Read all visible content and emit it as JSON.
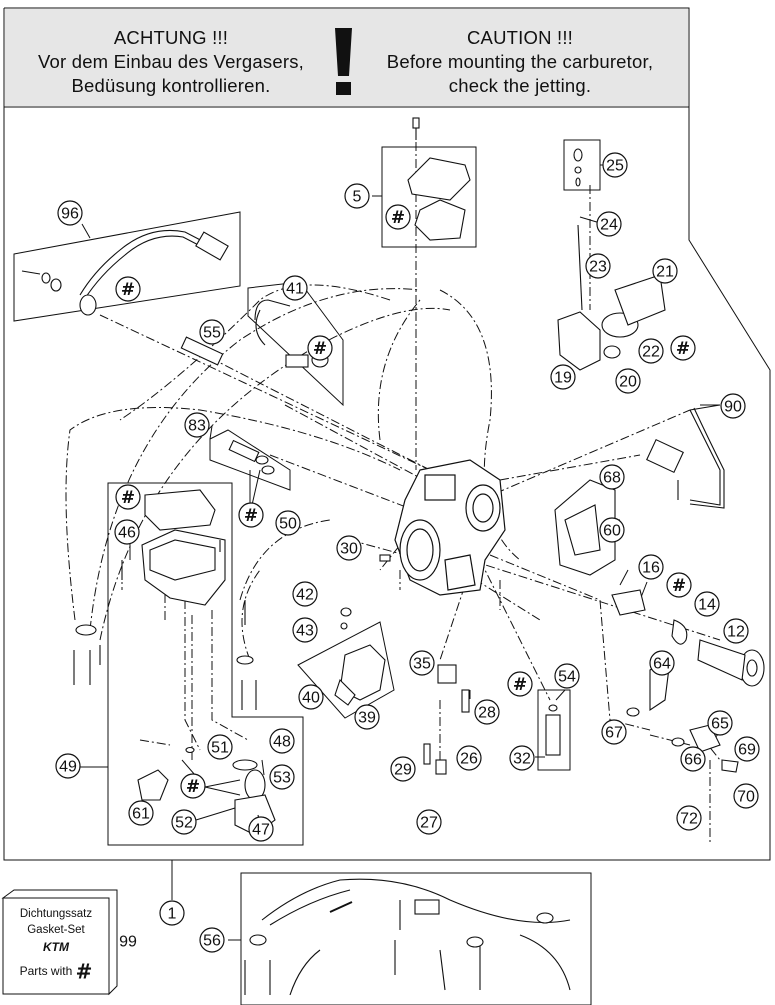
{
  "warning": {
    "de_title": "ACHTUNG !!!",
    "de_line1": "Vor dem Einbau des Vergasers,",
    "de_line2": "Bedüsung kontrollieren.",
    "en_title": "CAUTION !!!",
    "en_line1": "Before mounting the carburetor,",
    "en_line2": "check the jetting.",
    "exclamation": "!"
  },
  "gasket_set": {
    "line1": "Dichtungssatz",
    "line2": "Gasket-Set",
    "logo": "KTM",
    "line3": "Parts with",
    "hash": "#"
  },
  "labels": {
    "n1": "1",
    "n5": "5",
    "n12": "12",
    "n14": "14",
    "n16": "16",
    "n19": "19",
    "n20": "20",
    "n21": "21",
    "n22": "22",
    "n23": "23",
    "n24": "24",
    "n25": "25",
    "n26": "26",
    "n27": "27",
    "n28": "28",
    "n29": "29",
    "n30": "30",
    "n32": "32",
    "n35": "35",
    "n39": "39",
    "n40": "40",
    "n41": "41",
    "n42": "42",
    "n43": "43",
    "n46": "46",
    "n47": "47",
    "n48": "48",
    "n49": "49",
    "n50": "50",
    "n51": "51",
    "n52": "52",
    "n53": "53",
    "n54": "54",
    "n55": "55",
    "n56": "56",
    "n60": "60",
    "n61": "61",
    "n64": "64",
    "n65": "65",
    "n66": "66",
    "n67": "67",
    "n68": "68",
    "n69": "69",
    "n70": "70",
    "n72": "72",
    "n83": "83",
    "n90": "90",
    "n96": "96",
    "n99": "99"
  },
  "hash_symbol": "#",
  "icons": {
    "warning": "exclamation-mark-icon",
    "gasket_marker": "hash-symbol"
  },
  "colors": {
    "banner_bg": "#e6e6e6",
    "line": "#111111",
    "background": "#ffffff"
  }
}
